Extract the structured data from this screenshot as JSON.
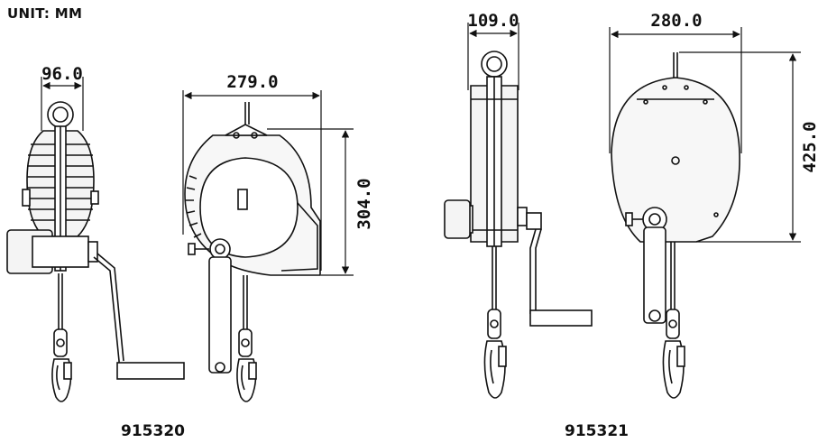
{
  "unit_label": "UNIT: MM",
  "products": [
    {
      "model": "915320",
      "dims": {
        "side_width": "96.0",
        "front_width": "279.0",
        "height": "304.0"
      }
    },
    {
      "model": "915321",
      "dims": {
        "side_width": "109.0",
        "front_width": "280.0",
        "height": "425.0"
      }
    }
  ]
}
